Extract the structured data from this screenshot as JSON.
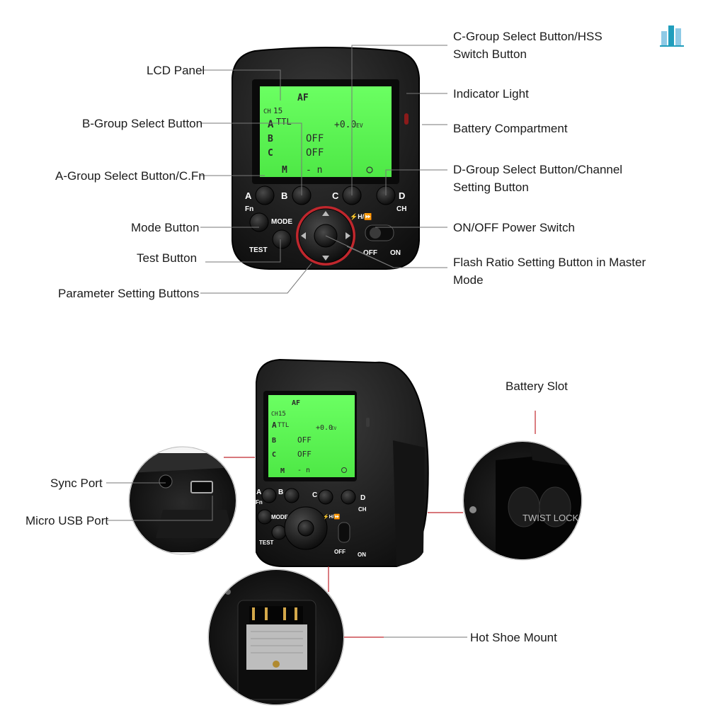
{
  "callouts_top": {
    "lcd_panel": "LCD Panel",
    "b_group": "B-Group Select Button",
    "a_group": "A-Group Select Button/C.Fn",
    "mode_button": "Mode Button",
    "test_button": "Test Button",
    "parameter_buttons": "Parameter Setting Buttons",
    "c_group_line1": "C-Group Select Button/HSS",
    "c_group_line2": "Switch Button",
    "indicator_light": "Indicator Light",
    "battery_compartment": "Battery Compartment",
    "d_group_line1": "D-Group Select Button/Channel",
    "d_group_line2": "Setting Button",
    "power_switch": "ON/OFF Power Switch",
    "flash_ratio_line1": "Flash Ratio Setting Button in Master",
    "flash_ratio_line2": "Mode"
  },
  "callouts_bottom": {
    "sync_port": "Sync Port",
    "micro_usb": "Micro USB Port",
    "battery_slot": "Battery Slot",
    "hot_shoe": "Hot Shoe Mount"
  },
  "device": {
    "lcd": {
      "af": "AF",
      "ch": "CH",
      "ch_num": "15",
      "a": "A",
      "ttl": "TTL",
      "ev": "+0.0",
      "ev_unit": "EV",
      "b": "B",
      "b_val": "OFF",
      "c": "C",
      "c_val": "OFF",
      "m": "M",
      "m_val": "- n"
    },
    "keys": {
      "a": "A",
      "fn": "Fn",
      "b": "B",
      "c": "C",
      "d": "D",
      "ch": "CH",
      "mode": "MODE",
      "test": "TEST",
      "hss": "⚡H/⏩",
      "off": "OFF",
      "on": "ON"
    },
    "battery_inset_text": "TWIST LOCK"
  },
  "colors": {
    "lcd_green": "#5dfd55",
    "leader_red": "#c0272d",
    "body_black": "#1c1c1c"
  }
}
